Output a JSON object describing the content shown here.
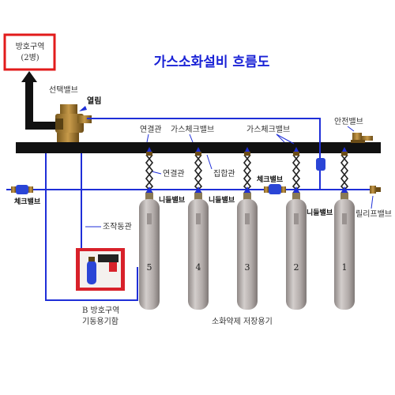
{
  "title": "가스소화설비 흐름도",
  "protection_zone": {
    "line1": "방호구역",
    "line2": "(2병)"
  },
  "labels": {
    "selector_valve": "선택밸브",
    "open": "열림",
    "connecting_pipe_top": "연결관",
    "gas_check_valve_1": "가스체크밸브",
    "gas_check_valve_2": "가스체크밸브",
    "safety_valve": "안전밸브",
    "connecting_pipe_mid": "연결관",
    "manifold": "집합관",
    "check_valve_mid": "체크밸브",
    "check_valve_left": "체크밸브",
    "needle_valve_1": "니들밸브",
    "needle_valve_2": "니들밸브",
    "needle_valve_3": "니들밸브",
    "relief_valve": "릴리프밸브",
    "operating_tube": "조작동관",
    "zone_b_line1": "B 방호구역",
    "zone_b_line2": "기동용기함",
    "agent_container": "소화약제 저장용기"
  },
  "cylinders": [
    "5",
    "4",
    "3",
    "2",
    "1"
  ],
  "colors": {
    "title": "#1a22d6",
    "pipe": "#111111",
    "tube": "#1f2fd8",
    "zone_border": "#e21b1b",
    "cylinder": "#b4adab",
    "cabinet": "#d8212a"
  }
}
